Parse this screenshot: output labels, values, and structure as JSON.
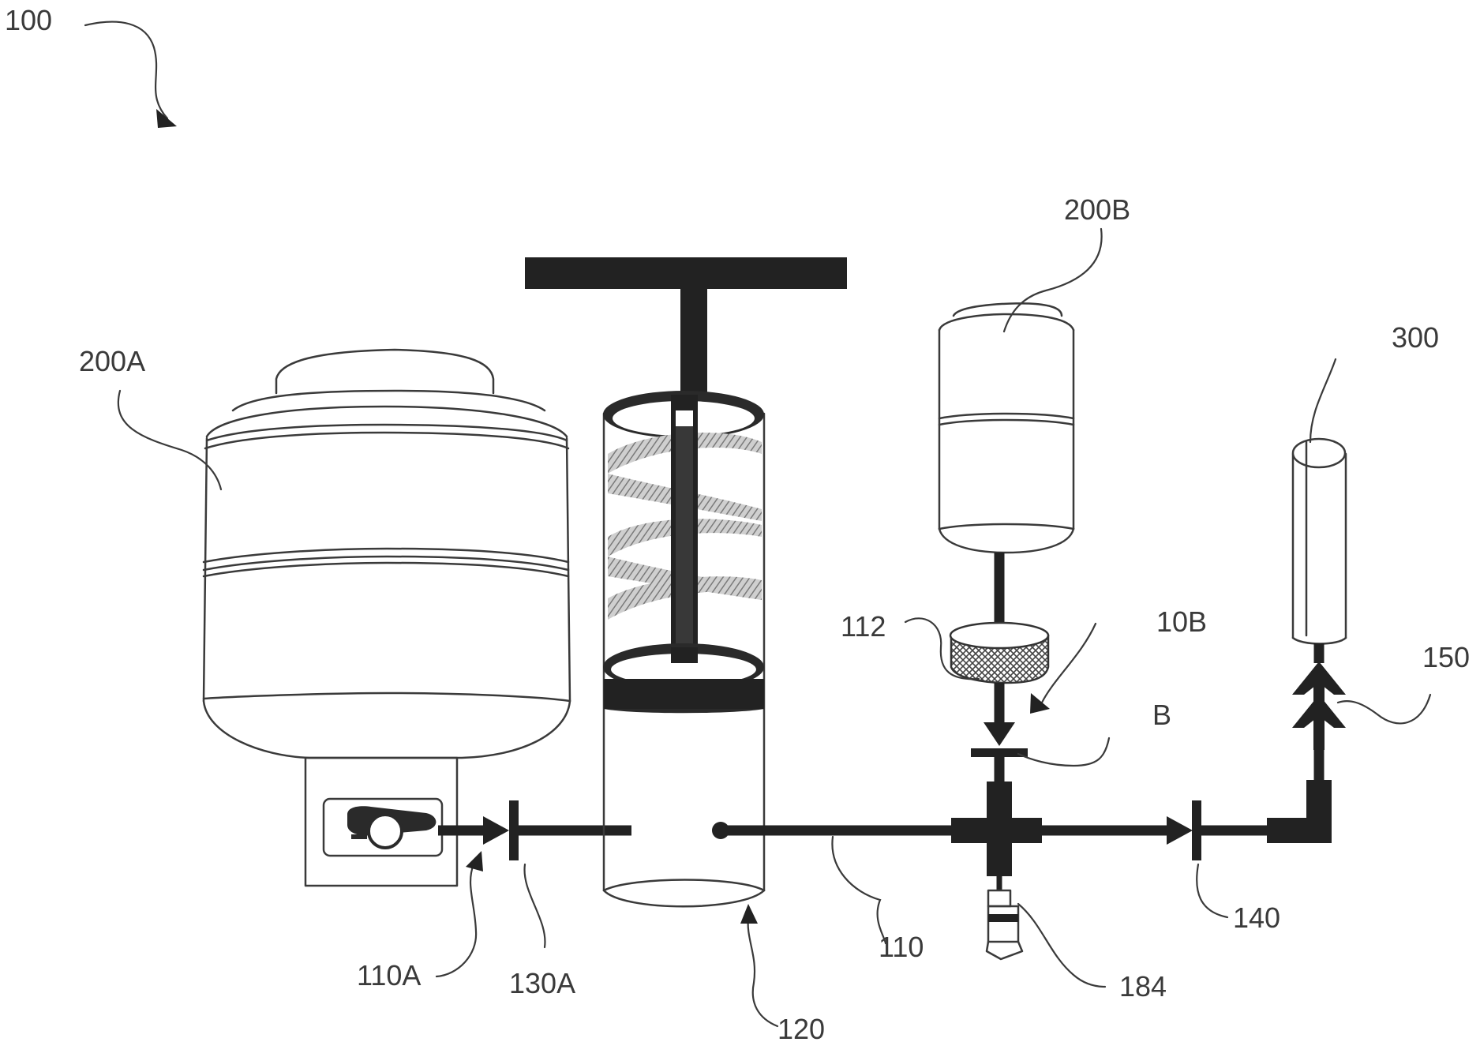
{
  "labels": {
    "system": "100",
    "reservoir_a": "200A",
    "reservoir_b": "200B",
    "filter": "112",
    "valve_b_ref": "10B",
    "detail_b": "B",
    "receptacle": "300",
    "connector": "150",
    "valve_140": "140",
    "sensor": "184",
    "conduit": "110",
    "pump_chamber": "120",
    "conduit_a": "110A",
    "valve_a": "130A"
  },
  "colors": {
    "line": "#3a3a3a",
    "dark_fill": "#222222",
    "hatch": "#8a8a8a",
    "background": "#ffffff"
  }
}
